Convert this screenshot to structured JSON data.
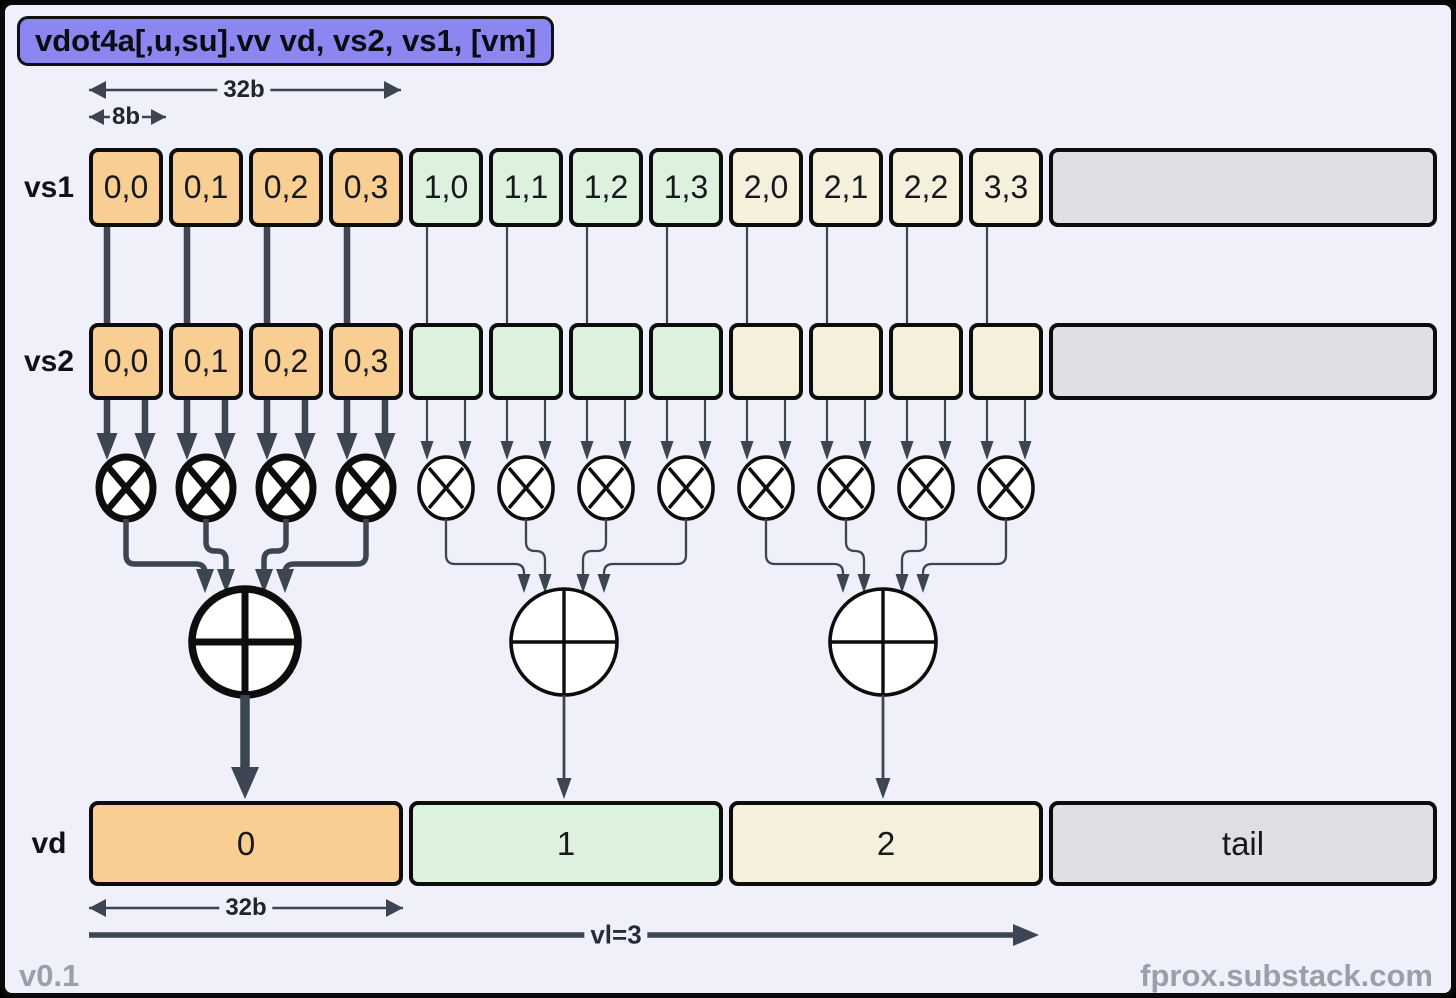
{
  "title": "vdot4a[,u,su].vv vd, vs2, vs1, [vm]",
  "dimensions": {
    "top_32b": "32b",
    "top_8b": "8b",
    "bottom_32b": "32b",
    "vl": "vl=3"
  },
  "rows": {
    "vs1": {
      "label": "vs1",
      "cells": [
        "0,0",
        "0,1",
        "0,2",
        "0,3",
        "1,0",
        "1,1",
        "1,2",
        "1,3",
        "2,0",
        "2,1",
        "2,2",
        "3,3"
      ],
      "tail": ""
    },
    "vs2": {
      "label": "vs2",
      "cells": [
        "0,0",
        "0,1",
        "0,2",
        "0,3",
        "",
        "",
        "",
        "",
        "",
        "",
        "",
        ""
      ],
      "tail": ""
    },
    "vd": {
      "label": "vd",
      "cells": [
        "0",
        "1",
        "2",
        "tail"
      ]
    }
  },
  "operators": {
    "multiply_icon": "circle-times-icon",
    "accumulate_icon": "circle-plus-icon"
  },
  "footer": {
    "version": "v0.1",
    "site": "fprox.substack.com"
  },
  "colors": {
    "background": "#EFF0FA",
    "title_bg": "#8C86F0",
    "group0": "#F9CE93",
    "group1": "#DDF1DF",
    "group2": "#F4F0DC",
    "tail": "#DEE0E5",
    "line": "#3D4452",
    "stroke": "#0d0d0d",
    "footer_text": "#9AA0AB"
  }
}
